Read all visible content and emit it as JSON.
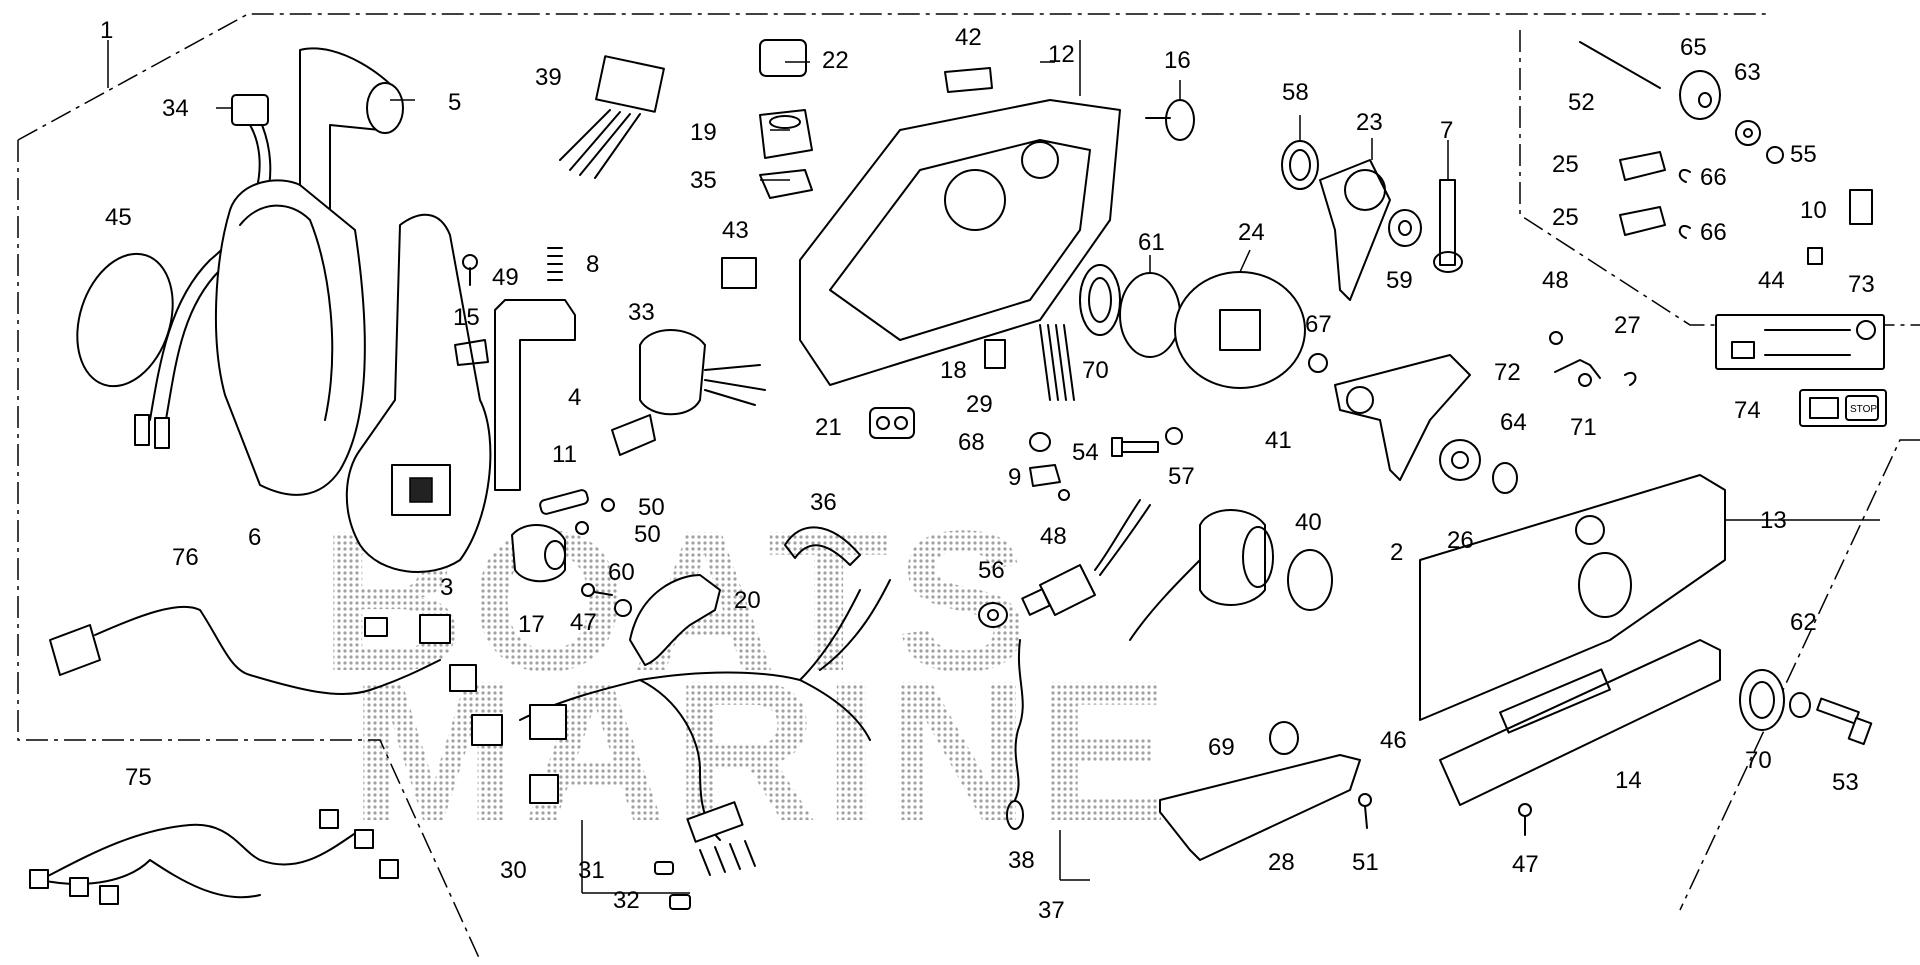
{
  "diagram": {
    "watermark": [
      "BOATS",
      "MARINE"
    ],
    "callouts": {
      "c1": "1",
      "c2": "2",
      "c3": "3",
      "c4": "4",
      "c5": "5",
      "c6": "6",
      "c7": "7",
      "c8": "8",
      "c9": "9",
      "c10": "10",
      "c11": "11",
      "c12": "12",
      "c13": "13",
      "c14": "14",
      "c15": "15",
      "c16": "16",
      "c17": "17",
      "c18": "18",
      "c19": "19",
      "c20": "20",
      "c21": "21",
      "c22": "22",
      "c23": "23",
      "c24": "24",
      "c25a": "25",
      "c25b": "25",
      "c26": "26",
      "c27": "27",
      "c28": "28",
      "c29": "29",
      "c30": "30",
      "c31": "31",
      "c32": "32",
      "c33": "33",
      "c34": "34",
      "c35": "35",
      "c36": "36",
      "c37": "37",
      "c38": "38",
      "c39": "39",
      "c40": "40",
      "c41": "41",
      "c42": "42",
      "c43": "43",
      "c44": "44",
      "c45": "45",
      "c46": "46",
      "c47a": "47",
      "c47b": "47",
      "c48a": "48",
      "c48b": "48",
      "c49": "49",
      "c50a": "50",
      "c50b": "50",
      "c51": "51",
      "c52": "52",
      "c53": "53",
      "c54": "54",
      "c55": "55",
      "c56": "56",
      "c57": "57",
      "c58": "58",
      "c59": "59",
      "c60": "60",
      "c61": "61",
      "c62": "62",
      "c63": "63",
      "c64": "64",
      "c65": "65",
      "c66a": "66",
      "c66b": "66",
      "c67": "67",
      "c68": "68",
      "c69": "69",
      "c70a": "70",
      "c70b": "70",
      "c71": "71",
      "c72": "72",
      "c73": "73",
      "c74": "74",
      "c75": "75",
      "c76": "76"
    },
    "stop_label": "STOP"
  }
}
